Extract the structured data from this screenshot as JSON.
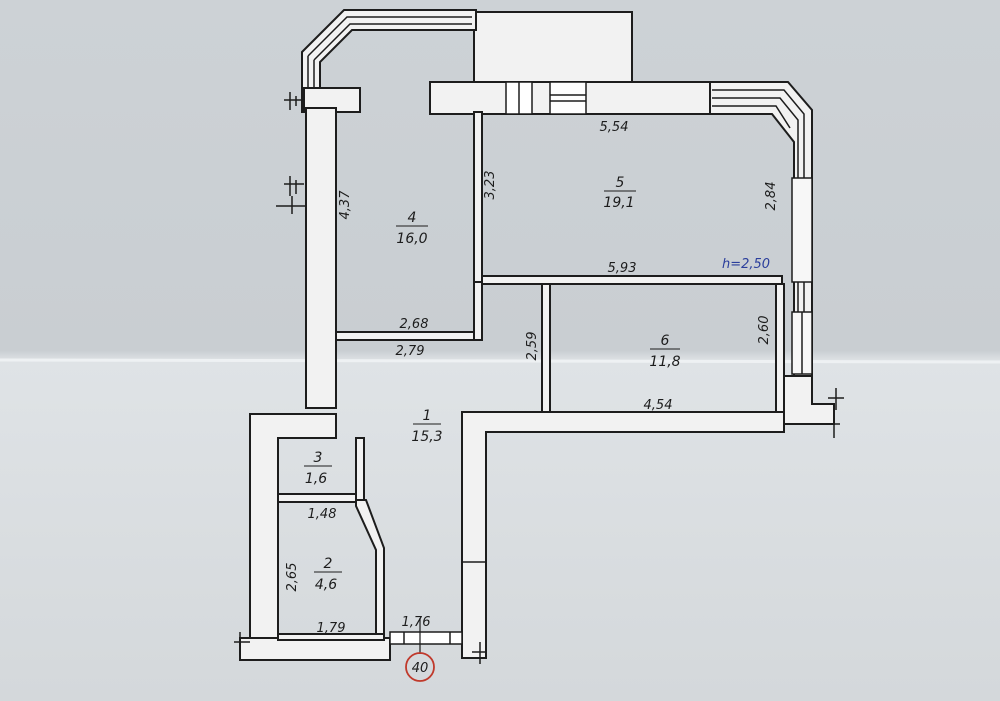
{
  "colors": {
    "paper": "#cdd2d6",
    "ink": "#1d1d1d",
    "wall_fill": "#f2f2f2",
    "height_note": "#2b3f9c",
    "stamp": "#c0392b"
  },
  "rooms": [
    {
      "number": "1",
      "area": "15,3"
    },
    {
      "number": "2",
      "area": "4,6"
    },
    {
      "number": "3",
      "area": "1,6"
    },
    {
      "number": "4",
      "area": "16,0"
    },
    {
      "number": "5",
      "area": "19,1"
    },
    {
      "number": "6",
      "area": "11,8"
    }
  ],
  "dimensions": {
    "d554": "5,54",
    "d323": "3,23",
    "d284": "2,84",
    "d437": "4,37",
    "d593": "5,93",
    "d268": "2,68",
    "d279": "2,79",
    "d259": "2,59",
    "d260": "2,60",
    "d454": "4,54",
    "d148": "1,48",
    "d265": "2,65",
    "d179": "1,79",
    "d176": "1,76"
  },
  "height_note": "h=2,50",
  "stamp": "40"
}
